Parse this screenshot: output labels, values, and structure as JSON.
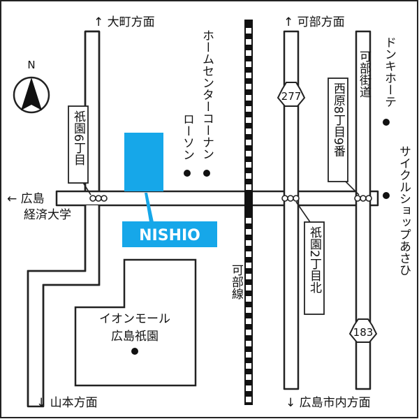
{
  "compass": {
    "north_label": "N"
  },
  "brand": {
    "name": "NISHIO",
    "color": "#16a7e9"
  },
  "directions": {
    "omachi": "↑ 大町方面",
    "kabe": "↑ 可部方面",
    "hiroshima_keizai_line1": "← 広島",
    "hiroshima_keizai_line2": "経済大学",
    "yamamoto": "↓ 山本方面",
    "shinai": "↓ 広島市内方面"
  },
  "vertical_labels": {
    "home_center": "ホームセンターコーナン",
    "lawson": "ローソン",
    "kabe_kaido": "可部街道",
    "donki": "ドンキホーテ",
    "cycle_shop": "サイクルショップあさひ",
    "kabe_line": "可部線"
  },
  "boxed_labels": {
    "gion6": "祇園6丁目",
    "nishihara": "西原8丁目9番",
    "gion2": "祇園2丁目北"
  },
  "route_numbers": {
    "r277": "277",
    "r183": "183"
  },
  "aeon": {
    "line1": "イオンモール",
    "line2": "広島祇園"
  }
}
